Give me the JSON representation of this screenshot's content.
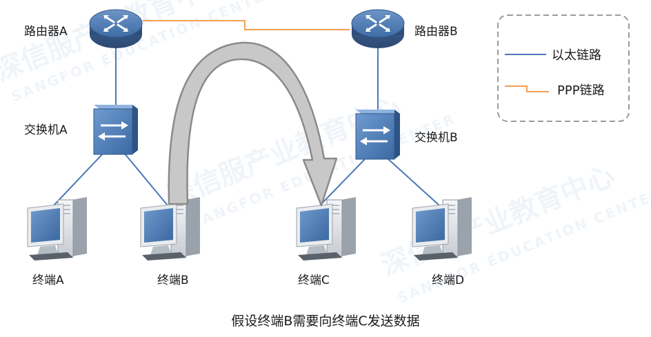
{
  "nodes": {
    "router_a": "路由器A",
    "router_b": "路由器B",
    "switch_a": "交换机A",
    "switch_b": "交换机B",
    "terminal_a": "终端A",
    "terminal_b": "终端B",
    "terminal_c": "终端C",
    "terminal_d": "终端D"
  },
  "legend": {
    "ethernet": "以太链路",
    "ppp": "PPP链路"
  },
  "caption": "假设终端B需要向终端C发送数据",
  "watermark": {
    "cn": "深信服产业教育中心",
    "en": "SANGFOR EDUCATION CENTER"
  },
  "colors": {
    "ethernet_link": "#4a78b8",
    "ppp_link": "#f0a050",
    "device_blue": "#4f7fb6",
    "arrow_fill": "#c8c8c8",
    "arrow_stroke": "#8a8a8a"
  }
}
